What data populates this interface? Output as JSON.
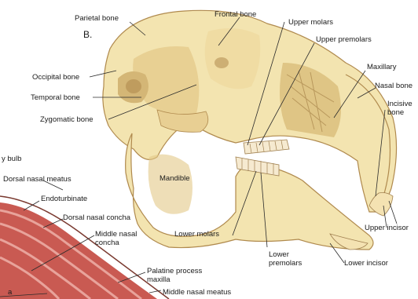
{
  "figure": {
    "panel_letter": "B.",
    "colors": {
      "bone_light": "#f3e4b0",
      "bone_mid": "#e2c887",
      "bone_dark": "#b08a4e",
      "tissue_red": "#c95a52",
      "tissue_stripe": "#e8a39b",
      "leader_line": "#2b2b2b"
    },
    "labels": {
      "parietal_bone": "Parietal bone",
      "frontal_bone": "Frontal bone",
      "upper_molars": "Upper molars",
      "upper_premolars": "Upper premolars",
      "maxillary": "Maxillary",
      "nasal_bone": "Nasal bone",
      "incisive_bone": "Incisive\nbone",
      "occipital_bone": "Occipital bone",
      "temporal_bone": "Temporal bone",
      "zygomatic_bone": "Zygomatic bone",
      "mandible": "Mandible",
      "upper_incisor": "Upper incisor",
      "lower_molars": "Lower molars",
      "lower_premolars": "Lower\npremolars",
      "lower_incisor": "Lower incisor",
      "olfactory_bulb": "y bulb",
      "dorsal_nasal_meatus": "Dorsal nasal meatus",
      "endoturbinate": "Endoturbinate",
      "dorsal_nasal_concha": "Dorsal nasal concha",
      "middle_nasal_concha": "Middle nasal\nconcha",
      "palatine_process": "Palatine process\nmaxilla",
      "middle_nasal_meatus": "Middle nasal meatus",
      "bottom_fragment": "a"
    }
  }
}
